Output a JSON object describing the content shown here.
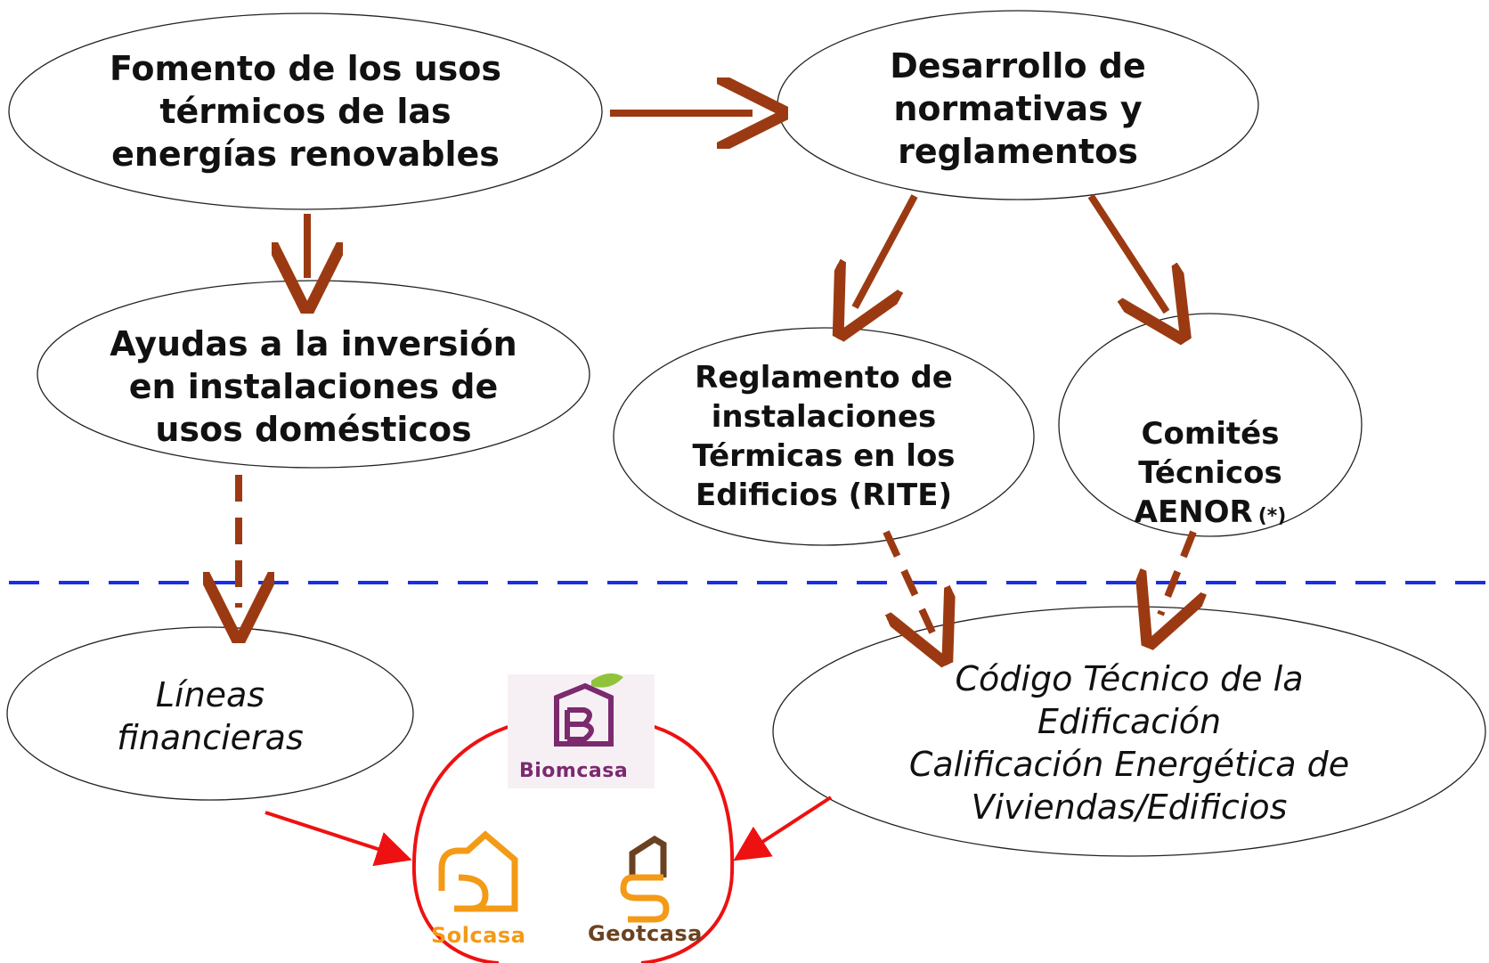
{
  "diagram": {
    "nodes": {
      "fomento": "Fomento de los usos\ntérmicos de las\nenergías renovables",
      "desarrollo": "Desarrollo de\nnormativas y\nreglamentos",
      "ayudas": "Ayudas a la inversión\nen instalaciones de\nusos domésticos",
      "rite": "Reglamento de\ninstalaciones\nTérmicas en los\nEdificios (RITE)",
      "comites": "Comités\nTécnicos\nAENOR",
      "comites_note": "(*)",
      "lineas": "Líneas\nfinancieras",
      "codigo": "Código Técnico de la\nEdificación\nCalificación Energética de\nViviendas/Edificios"
    },
    "logos": {
      "biomcasa": "Biomcasa",
      "solcasa": "Solcasa",
      "geotcasa": "Geotcasa"
    }
  },
  "colors": {
    "arrow_brown": "#9b3a12",
    "divider_blue": "#1a2ee8",
    "ring_red": "#ee1111",
    "biomcasa_purple": "#7b2a6e",
    "biomcasa_green": "#8fc43a",
    "solcasa_orange": "#f39a16",
    "geotcasa_brown": "#6b4220"
  }
}
